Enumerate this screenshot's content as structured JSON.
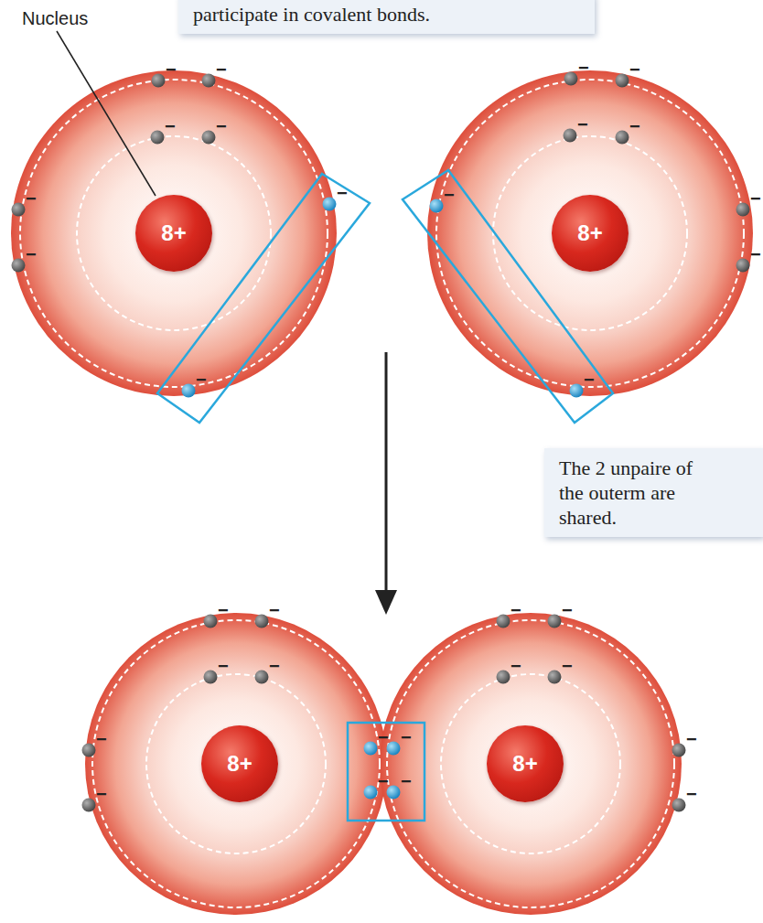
{
  "diagram": {
    "nodes": [
      {
        "text": [
          "participate in covalent bonds."
        ]
      },
      {
        "text": [
          "8+"
        ]
      },
      {
        "text": [
          "8+"
        ]
      },
      {
        "text": [
          "The 2 unpaire of the outerm are shared."
        ]
      },
      {
        "text": [
          "8+"
        ]
      },
      {
        "text": [
          "8+"
        ]
      }
    ],
    "labels": [
      "Nucleus",
      "−",
      "−",
      "−",
      "−",
      "−",
      "−",
      "−",
      "−",
      "−",
      "−",
      "−",
      "−",
      "−",
      "−",
      "−",
      "−",
      "−",
      "−",
      "−",
      "−",
      "−",
      "−",
      "−",
      "−",
      "−",
      "−",
      "−",
      "−",
      "−",
      "−",
      "−",
      "−"
    ]
  }
}
